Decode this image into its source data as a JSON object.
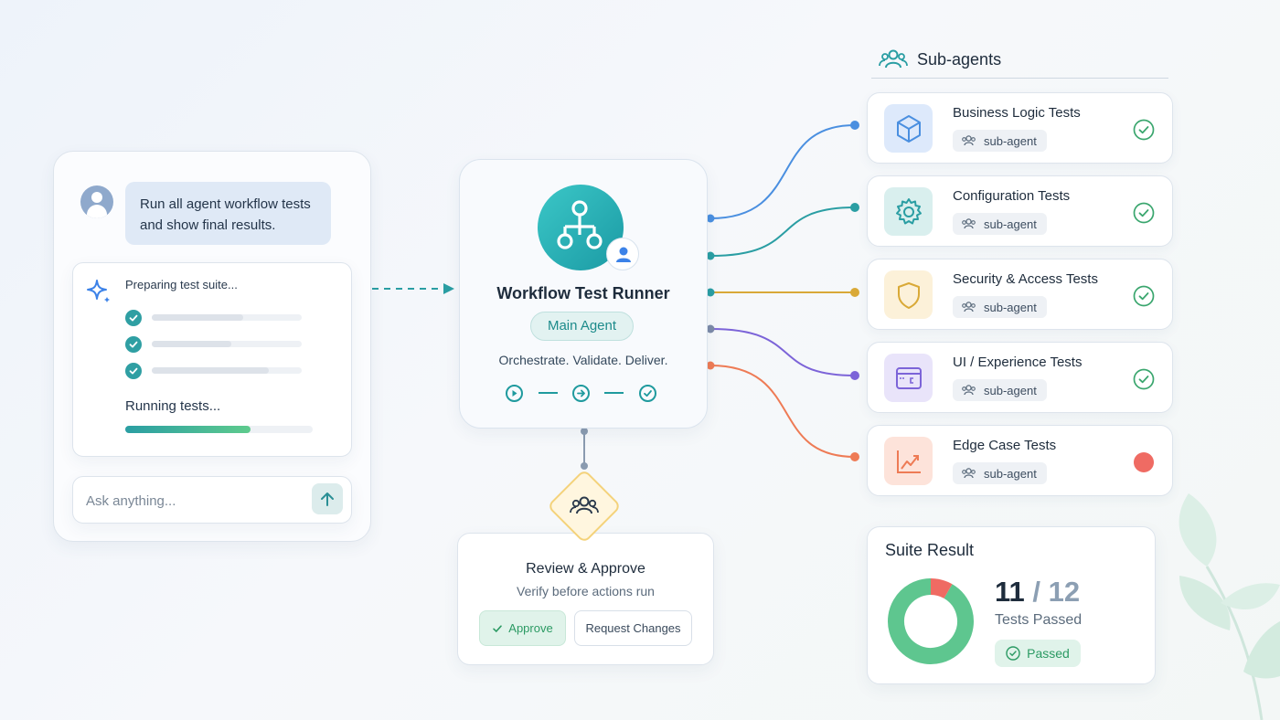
{
  "chat": {
    "user_message": "Run all agent workflow tests and show final results.",
    "preparing": "Preparing test suite...",
    "steps": [
      {
        "status": "done",
        "progress": 0.61
      },
      {
        "status": "done",
        "progress": 0.53
      },
      {
        "status": "done",
        "progress": 0.78
      }
    ],
    "running": "Running tests...",
    "running_progress": 0.67,
    "input_placeholder": "Ask anything..."
  },
  "main_agent": {
    "title": "Workflow Test Runner",
    "badge": "Main Agent",
    "tagline": "Orchestrate. Validate. Deliver.",
    "steps": [
      "play-icon",
      "arrow-right-icon",
      "check-icon"
    ]
  },
  "review": {
    "title": "Review & Approve",
    "subtitle": "Verify before actions run",
    "approve_label": "Approve",
    "request_changes_label": "Request Changes"
  },
  "subagents": {
    "header": "Sub-agents",
    "items": [
      {
        "title": "Business Logic Tests",
        "tag": "sub-agent",
        "status": "passed",
        "icon": "cube-icon",
        "color": "#4a8fe0"
      },
      {
        "title": "Configuration Tests",
        "tag": "sub-agent",
        "status": "passed",
        "icon": "gear-icon",
        "color": "#2a9ea3"
      },
      {
        "title": "Security & Access Tests",
        "tag": "sub-agent",
        "status": "passed",
        "icon": "shield-icon",
        "color": "#d9a937"
      },
      {
        "title": "UI / Experience Tests",
        "tag": "sub-agent",
        "status": "passed",
        "icon": "window-icon",
        "color": "#7c64d8"
      },
      {
        "title": "Edge Case Tests",
        "tag": "sub-agent",
        "status": "failed",
        "icon": "trend-chart-icon",
        "color": "#ee7b55"
      }
    ]
  },
  "suite_result": {
    "title": "Suite Result",
    "passed": "11",
    "separator": "/",
    "total": "12",
    "caption": "Tests Passed",
    "badge": "Passed",
    "passed_count": 11,
    "total_count": 12,
    "pass_color": "#5ec68f",
    "fail_color": "#ef6b63"
  },
  "colors": {
    "accent": "#1f9a9e",
    "pass": "#3aa66e",
    "fail": "#ef6b63"
  }
}
